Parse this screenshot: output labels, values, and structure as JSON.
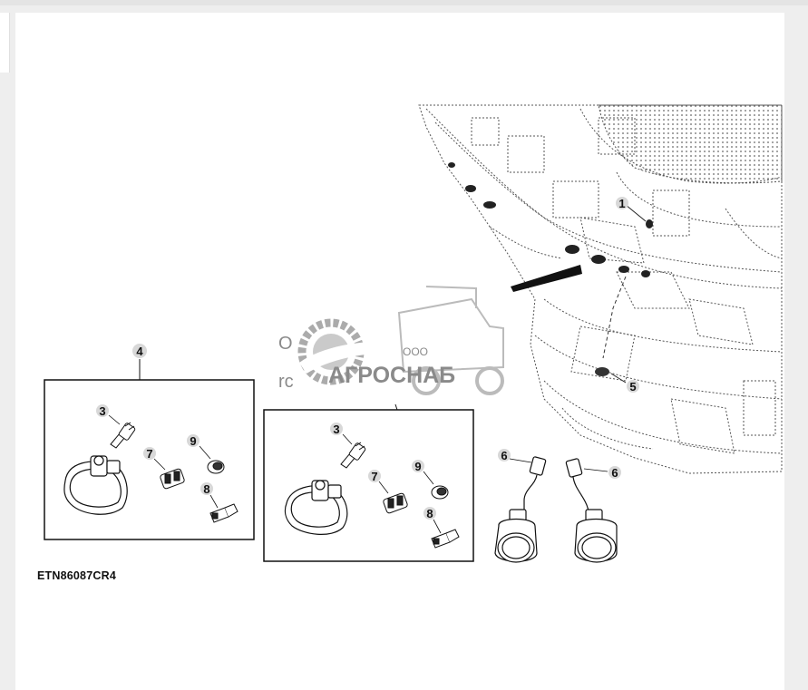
{
  "figure": {
    "code": "ETN86087CR4",
    "callouts": [
      "1",
      "3",
      "4",
      "5",
      "6",
      "6",
      "7",
      "8",
      "9",
      "3",
      "7",
      "8",
      "9"
    ],
    "fragments": [
      "O",
      "rc"
    ]
  },
  "watermark": {
    "small": "ООО",
    "large": "АГРОСНАБ"
  },
  "colors": {
    "line": "#1a1a1a",
    "dotted": "#555555",
    "watermark": "#9a9a9a"
  }
}
